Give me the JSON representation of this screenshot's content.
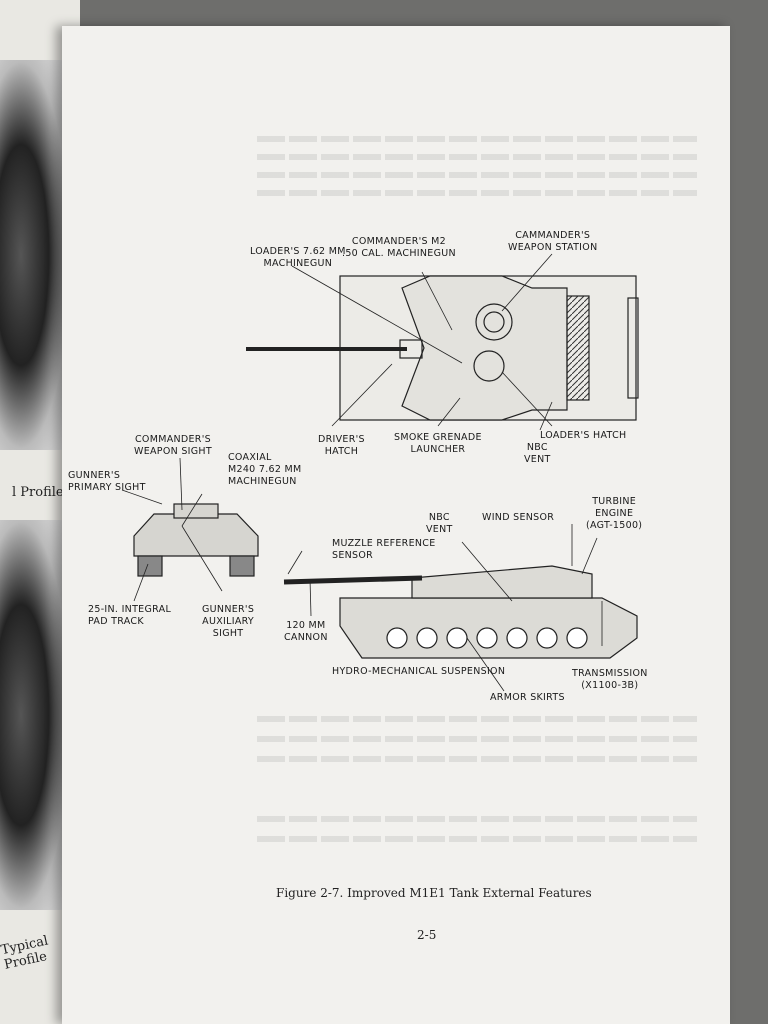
{
  "left_page": {
    "profile_1": "l Profile",
    "profile_2": "Typical Profile"
  },
  "figure": {
    "top_view_labels": {
      "loaders_mg": "LOADER'S 7.62 MM\nMACHINEGUN",
      "commanders_m2": "COMMANDER'S M2\n.50 CAL. MACHINEGUN",
      "cmdr_station": "CAMMANDER'S\nWEAPON STATION",
      "drivers_hatch": "DRIVER'S\nHATCH",
      "smoke": "SMOKE GRENADE\nLAUNCHER",
      "nbc_vent": "NBC\nVENT",
      "loaders_hatch": "LOADER'S HATCH"
    },
    "front_view_labels": {
      "cmdr_sight": "COMMANDER'S\nWEAPON SIGHT",
      "gunner_primary": "GUNNER'S\nPRIMARY SIGHT",
      "coaxial": "COAXIAL\nM240 7.62 MM\nMACHINEGUN",
      "track": "25-IN. INTEGRAL\nPAD TRACK",
      "gunner_aux": "GUNNER'S\nAUXILIARY\nSIGHT"
    },
    "side_view_labels": {
      "nbc_vent": "NBC\nVENT",
      "wind": "WIND SENSOR",
      "turbine": "TURBINE\nENGINE\n(AGT-1500)",
      "muzzle": "MUZZLE REFERENCE\nSENSOR",
      "cannon": "120 MM\nCANNON",
      "suspension": "HYDRO-MECHANICAL SUSPENSION",
      "transmission": "TRANSMISSION\n(X1100-3B)",
      "skirts": "ARMOR SKIRTS"
    },
    "caption": "Figure 2-7. Improved M1E1 Tank External Features",
    "page_number": "2-5"
  }
}
